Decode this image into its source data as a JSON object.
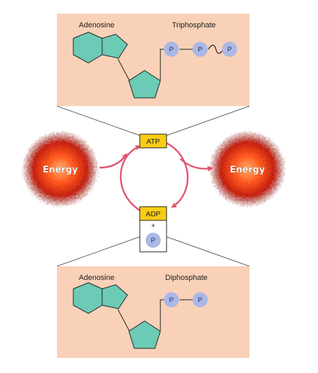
{
  "top_panel": {
    "adenosine_label": "Adenosine",
    "phosphate_label": "Triphosphate",
    "phosphates": [
      "P",
      "P",
      "P"
    ]
  },
  "bottom_panel": {
    "adenosine_label": "Adenosine",
    "phosphate_label": "Diphosphate",
    "phosphates": [
      "P",
      "P"
    ]
  },
  "cycle": {
    "atp_label": "ATP",
    "adp_label": "ADP",
    "plus_sign": "+",
    "free_phosphate": "P"
  },
  "energy_left": "Energy",
  "energy_right": "Energy",
  "colors": {
    "panel_fill": "#f8d1b8",
    "ring_fill": "#6ccbb6",
    "ring_stroke": "#1e1e1e",
    "phosphate_fill": "#aab8e6",
    "label_box_fill": "#f8cc16",
    "cycle_arrow": "#e0566f",
    "energy_core": "#ff5a1e",
    "energy_edge": "#7a0a0a"
  }
}
